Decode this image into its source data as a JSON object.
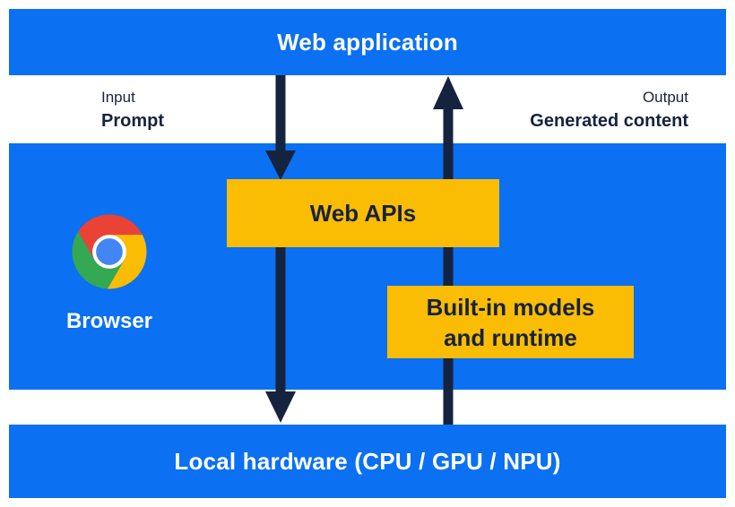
{
  "diagram": {
    "title_bar": "Web application",
    "input": {
      "caption": "Input",
      "label": "Prompt"
    },
    "output": {
      "caption": "Output",
      "label": "Generated content"
    },
    "browser": {
      "label": "Browser"
    },
    "web_apis_box": {
      "label": "Web APIs"
    },
    "builtin_box": {
      "line1": "Built-in models",
      "line2": "and runtime"
    },
    "hardware_bar": "Local hardware (CPU / GPU / NPU)"
  },
  "colors": {
    "blue": "#0b70f2",
    "yellow": "#fbbc04",
    "navy": "#16233f",
    "white": "#ffffff",
    "logo_red": "#ea4335",
    "logo_yellow": "#fbbc04",
    "logo_green": "#34a853",
    "logo_blue": "#4285f4"
  }
}
